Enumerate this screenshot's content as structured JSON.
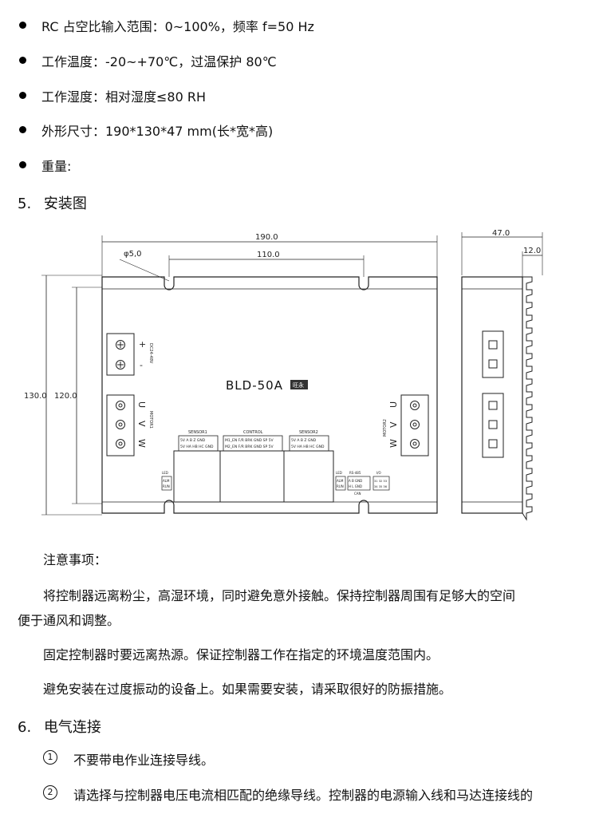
{
  "specs": [
    "RC 占空比输入范围：0~100%，频率 f=50 Hz",
    "工作温度：-20~+70℃，过温保护 80℃",
    "工作湿度：相对湿度≤80 RH",
    "外形尺寸：190*130*47 mm(长*宽*高)",
    "重量:"
  ],
  "section5": {
    "number": "5.",
    "title": "安装图"
  },
  "drawing": {
    "dim_length": "190.0",
    "dim_hole_spacing": "110.0",
    "dim_hole": "φ5,0",
    "dim_width": "130.0",
    "dim_inner_width": "120.0",
    "dim_height": "47.0",
    "dim_fin": "12.0",
    "model_label": "BLD-50A",
    "model_badge": "旺永",
    "power_terminal_label": "DC24-48V",
    "power_plus": "+",
    "power_minus": "-",
    "motor1_label": "MOTOR1",
    "motor2_label": "MOTOR2",
    "phase_u": "U",
    "phase_v": "V",
    "phase_w": "W",
    "sensor1_title": "SENSOR1",
    "sensor1_row1": "5V A  B  Z GND",
    "sensor1_row2": "5V HA HB HC GND",
    "control_title": "CONTROL",
    "control_row1": "M1_EN F/R BRK GND SP 5V",
    "control_row2": "M2_EN F/R BRK GND SP 5V",
    "sensor2_title": "SENSOR2",
    "sensor2_row1": "5V A  B  Z GND",
    "sensor2_row2": "5V HA HB HC GND",
    "led_alm": "ALM",
    "led_run": "RUN",
    "led_title": "LED",
    "rs485_title": "RS-485",
    "rs485_row1": "A  B  GND",
    "rs485_row2": "H  L  GND",
    "can_label": "CAN",
    "io_title": "I/O",
    "io_row1": "31 32 33",
    "io_row2": "34 35 36"
  },
  "notes": {
    "title": "注意事项：",
    "line1a": "将控制器远离粉尘，高湿环境，同时避免意外接触。保持控制器周围有足够大的空间",
    "line1b": "便于通风和调整。",
    "line2": "固定控制器时要远离热源。保证控制器工作在指定的环境温度范围内。",
    "line3": "避免安装在过度振动的设备上。如果需要安装，请采取很好的防振措施。"
  },
  "section6": {
    "number": "6.",
    "title": "电气连接"
  },
  "wiring": [
    {
      "mark": "1",
      "text": "不要带电作业连接导线。"
    },
    {
      "mark": "2",
      "text": "请选择与控制器电压电流相匹配的绝缘导线。控制器的电源输入线和马达连接线的"
    }
  ]
}
